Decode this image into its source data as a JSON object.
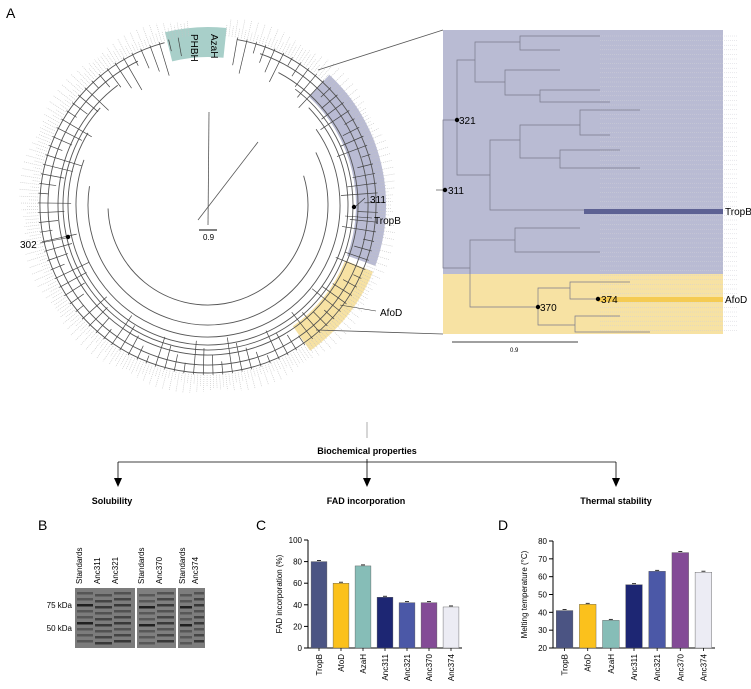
{
  "panels": {
    "a": "A",
    "b": "B",
    "c": "C",
    "d": "D"
  },
  "tree": {
    "top_labels": [
      "AzaH",
      "PHBH"
    ],
    "node_labels": [
      "311",
      "302",
      "321",
      "311",
      "370",
      "374"
    ],
    "leaf_labels": [
      "TropB",
      "AfoD",
      "TropB",
      "AfoD"
    ],
    "scale": "0.9",
    "scale_zoom": "0.9",
    "colors": {
      "tropb_clade": "#b9bbd3",
      "afod_clade": "#f7e2a3",
      "azah_clade": "#a8cfc9",
      "tropb_strip": "#5d6193",
      "afod_strip": "#f5cb52"
    }
  },
  "flow": {
    "title": "Biochemical properties",
    "branches": [
      "Solubility",
      "FAD incorporation",
      "Thermal stability"
    ]
  },
  "gel": {
    "lanes": [
      "Standards",
      "Anc311",
      "Anc321",
      "Standards",
      "Anc370",
      "Standards",
      "Anc374"
    ],
    "markers": [
      "75 kDa",
      "50 kDa"
    ]
  },
  "chart_data": [
    {
      "type": "bar",
      "ylabel": "FAD incorporation (%)",
      "categories": [
        "TropB",
        "AfoD",
        "AzaH",
        "Anc311",
        "Anc321",
        "Anc370",
        "Anc374"
      ],
      "values": [
        80,
        60,
        76,
        47,
        42,
        42,
        38
      ],
      "ylim": [
        0,
        100
      ],
      "yticks": [
        "0",
        "20",
        "40",
        "60",
        "80",
        "100"
      ],
      "colors": [
        "#4b5483",
        "#fbc11c",
        "#86bdb7",
        "#1d2673",
        "#4b58a7",
        "#834b96",
        "#ececf4"
      ]
    },
    {
      "type": "bar",
      "ylabel": "Melting temperature (°C)",
      "categories": [
        "TropB",
        "AfoD",
        "AzaH",
        "Anc311",
        "Anc321",
        "Anc370",
        "Anc374"
      ],
      "values": [
        41,
        44.5,
        35.5,
        55.5,
        63,
        73.5,
        62.5
      ],
      "ylim": [
        20,
        80
      ],
      "yticks": [
        "20",
        "30",
        "40",
        "50",
        "60",
        "70",
        "80"
      ],
      "colors": [
        "#4b5483",
        "#fbc11c",
        "#86bdb7",
        "#1d2673",
        "#4b58a7",
        "#834b96",
        "#ececf4"
      ]
    }
  ]
}
